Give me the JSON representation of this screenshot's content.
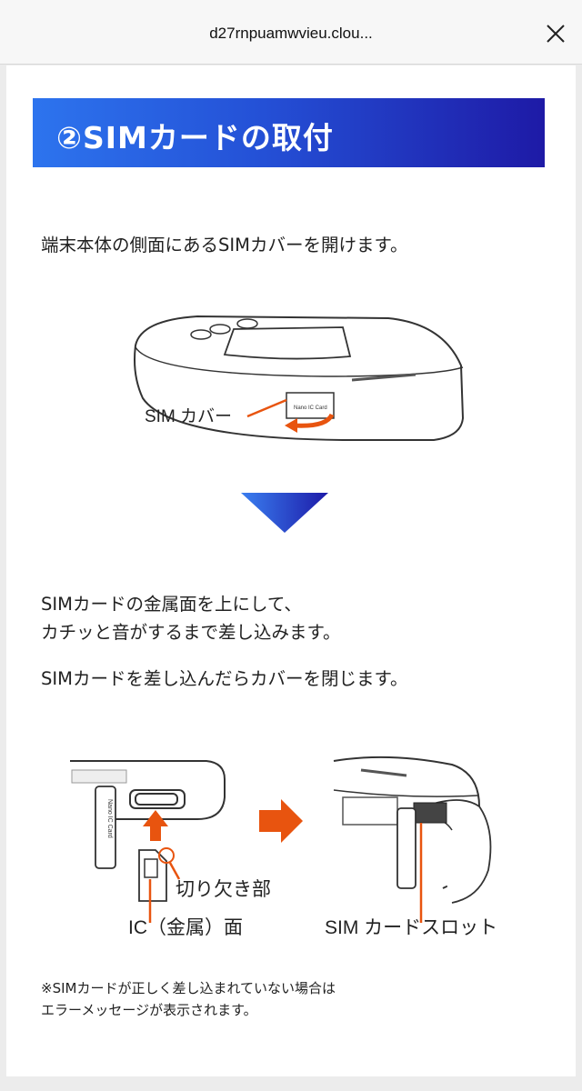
{
  "browser": {
    "url": "d27rnpuamwvieu.clou...",
    "close_icon": "close-icon"
  },
  "banner": {
    "title": "②SIMカードの取付",
    "gradient": [
      "#2d74ee",
      "#1e1aa6"
    ]
  },
  "step1": {
    "text": "端末本体の側面にあるSIMカバーを開けます。",
    "label_sim_cover": "SIM カバー",
    "device_label": "Nano IC Card"
  },
  "step2": {
    "line1": "SIMカードの金属面を上にして、",
    "line2": "カチッと音がするまで差し込みます。",
    "line3": "SIMカードを差し込んだらカバーを閉じます。",
    "label_notch": "切り欠き部",
    "label_ic": "IC（金属）面",
    "label_slot": "SIM カードスロット",
    "card_label": "Nano IC Card"
  },
  "note": {
    "line1": "※SIMカードが正しく差し込まれていない場合は",
    "line2": "エラーメッセージが表示されます。"
  },
  "colors": {
    "accent_orange": "#e8540f",
    "arrow_blue": "#2a3fd0"
  }
}
